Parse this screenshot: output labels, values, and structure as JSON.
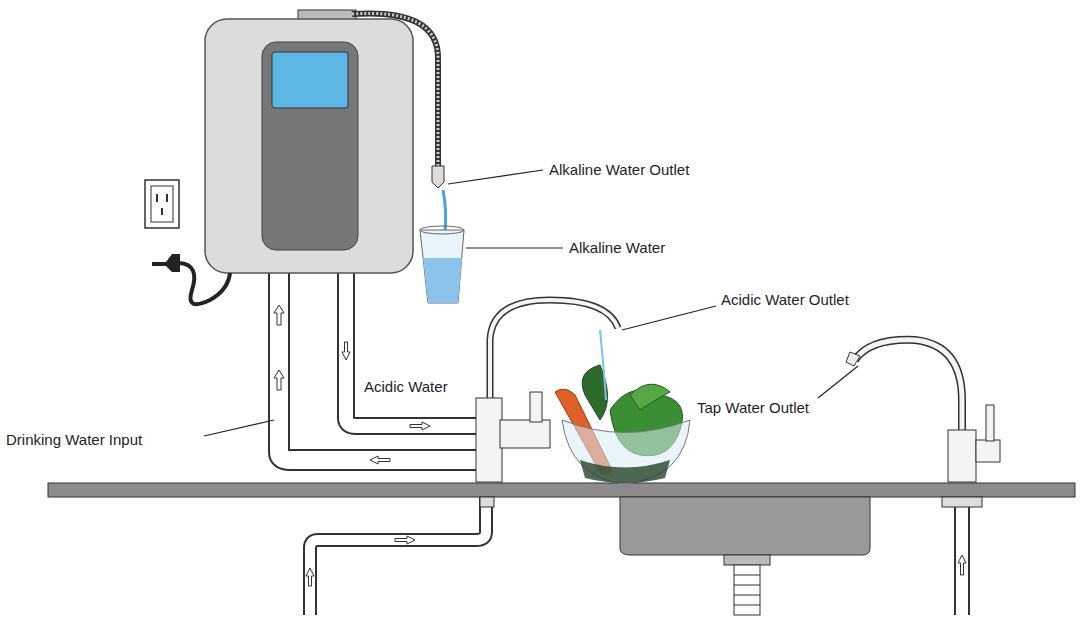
{
  "diagram": {
    "labels": [
      "Alkaline Water Outlet",
      "Alkaline Water",
      "Acidic Water Outlet",
      "Acidic Water",
      "Tap Water Outlet",
      "Drinking Water Input"
    ]
  }
}
